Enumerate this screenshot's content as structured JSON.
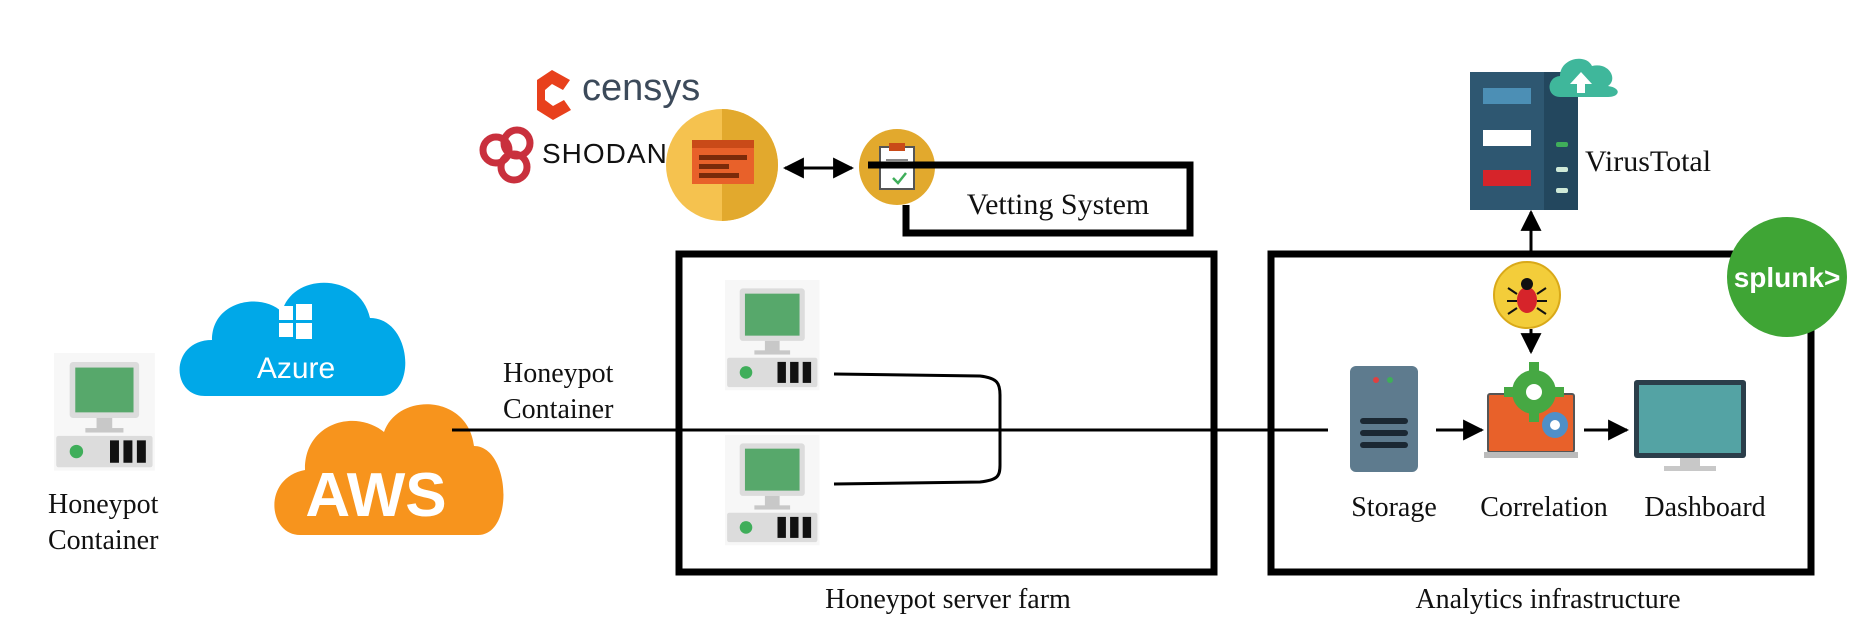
{
  "labels": {
    "left_container": [
      "Honeypot",
      "Container"
    ],
    "mid_container": [
      "Honeypot",
      "Container"
    ],
    "vetting_system": "Vetting System",
    "server_farm": "Honeypot server farm",
    "analytics": "Analytics infrastructure",
    "storage": "Storage",
    "correlation": "Correlation",
    "dashboard": "Dashboard",
    "virustotal": "VirusTotal"
  },
  "logos": {
    "azure": "Azure",
    "aws": "AWS",
    "censys": "censys",
    "shodan": "SHODAN",
    "splunk": "splunk>"
  },
  "colors": {
    "azure": "#00a8e8",
    "aws": "#f7941d",
    "splunk": "#3fa535",
    "censys_red": "#e8401c",
    "shodan_red": "#c9303d",
    "scanner_yellow": "#f2c14e",
    "vt_dark": "#2e5771",
    "monitor_green": "#57a86b",
    "dashboard_teal": "#54a3a4"
  }
}
